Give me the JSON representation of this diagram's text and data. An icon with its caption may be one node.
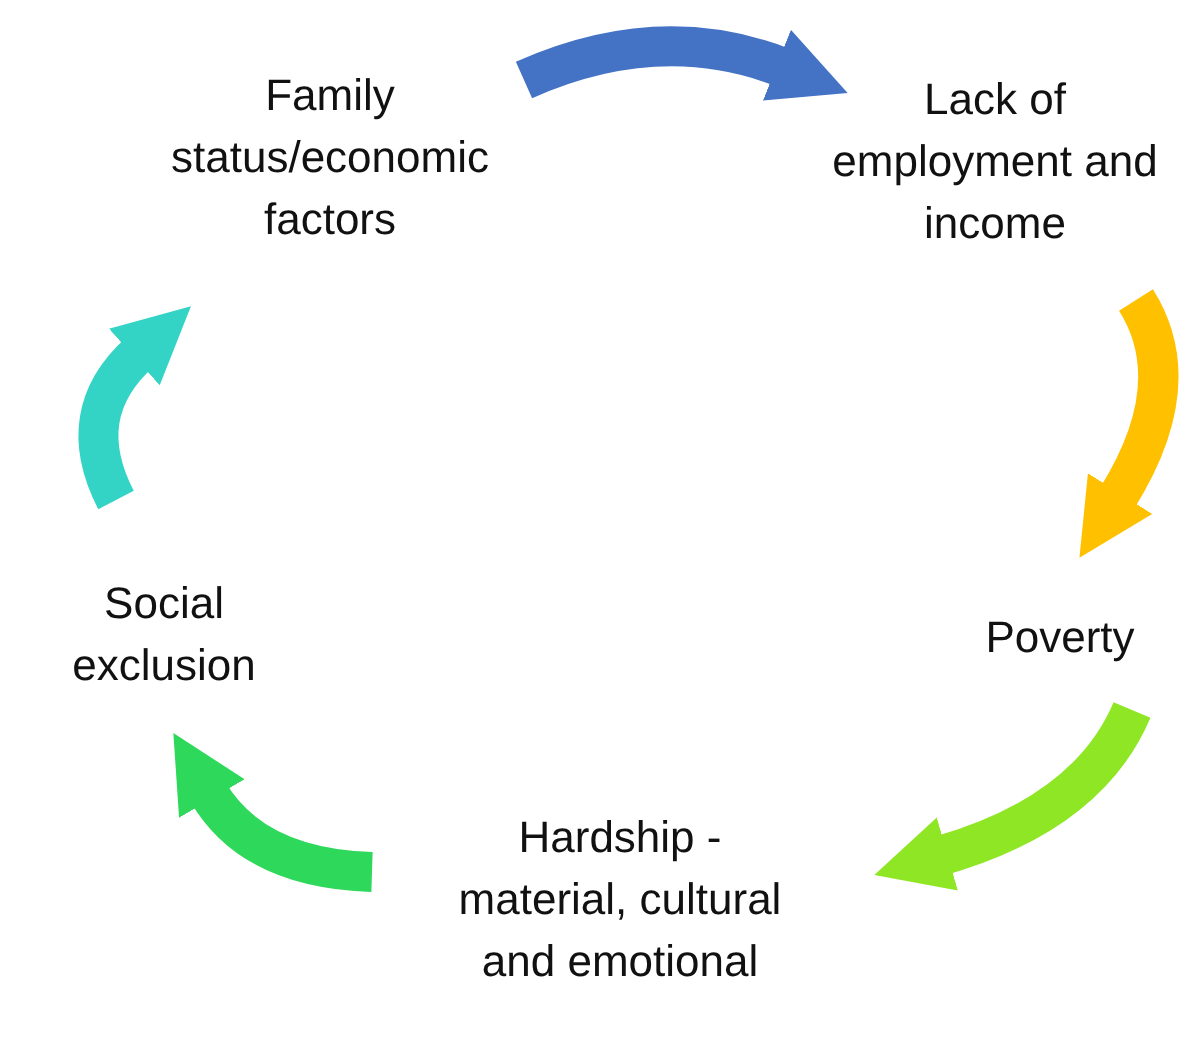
{
  "diagram": {
    "nodes": [
      {
        "text": [
          "Family status/economic factors"
        ]
      },
      {
        "text": [
          "Lack of employment and income"
        ]
      },
      {
        "text": [
          "Poverty"
        ]
      },
      {
        "text": [
          "Hardship - material, cultural and emotional"
        ]
      },
      {
        "text": [
          "Social exclusion"
        ]
      }
    ],
    "edges": [
      {
        "from": 0,
        "to": 1,
        "arrow": "to",
        "color": "#4472c4"
      },
      {
        "from": 1,
        "to": 2,
        "arrow": "to",
        "color": "#ffc000"
      },
      {
        "from": 2,
        "to": 3,
        "arrow": "to",
        "color": "#8fe624"
      },
      {
        "from": 3,
        "to": 4,
        "arrow": "to",
        "color": "#2ed85a"
      },
      {
        "from": 4,
        "to": 0,
        "arrow": "to",
        "color": "#33d4c6"
      }
    ]
  }
}
